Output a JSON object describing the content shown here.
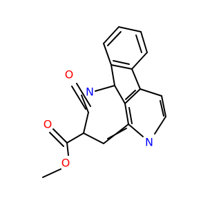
{
  "molecule": {
    "atoms": [
      {
        "id": "O1",
        "element": "O",
        "label": "O",
        "color": "#ff0000"
      },
      {
        "id": "O2",
        "element": "O",
        "label": "O",
        "color": "#ff0000"
      },
      {
        "id": "O3",
        "element": "O",
        "label": "O",
        "color": "#ff0000"
      },
      {
        "id": "N1",
        "element": "N",
        "label": "N",
        "color": "#0000ff"
      },
      {
        "id": "N2",
        "element": "N",
        "label": "N",
        "color": "#0000ff"
      }
    ],
    "bond_color": "#000000"
  }
}
